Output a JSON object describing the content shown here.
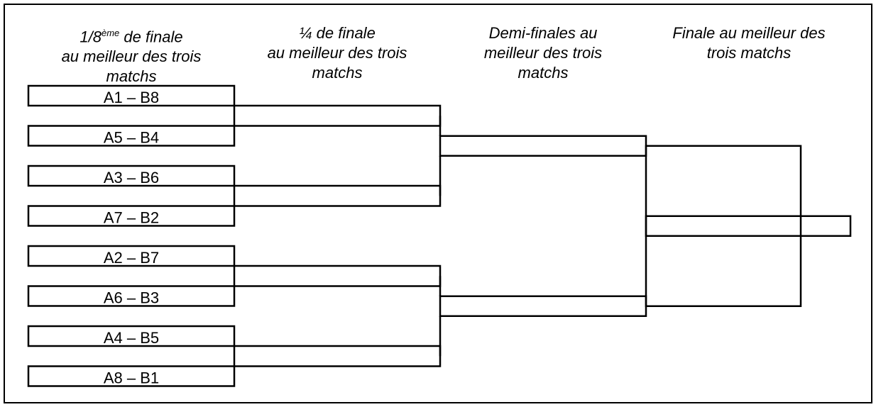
{
  "headers": {
    "r16_prefix": "1/8",
    "r16_sup": "ème",
    "r16_rest": " de finale",
    "r16_line2": "au meilleur des trois",
    "r16_line3": "matchs",
    "qf_line1": "¼ de finale",
    "qf_line2": "au meilleur des trois",
    "qf_line3": "matchs",
    "sf_line1": "Demi-finales au",
    "sf_line2": "meilleur des trois",
    "sf_line3": "matchs",
    "f_line1": "Finale au meilleur des",
    "f_line2": "trois matchs"
  },
  "matches": [
    "A1 – B8",
    "A5 – B4",
    "A3 – B6",
    "A7 – B2",
    "A2 – B7",
    "A6 – B3",
    "A4 – B5",
    "A8 – B1"
  ]
}
